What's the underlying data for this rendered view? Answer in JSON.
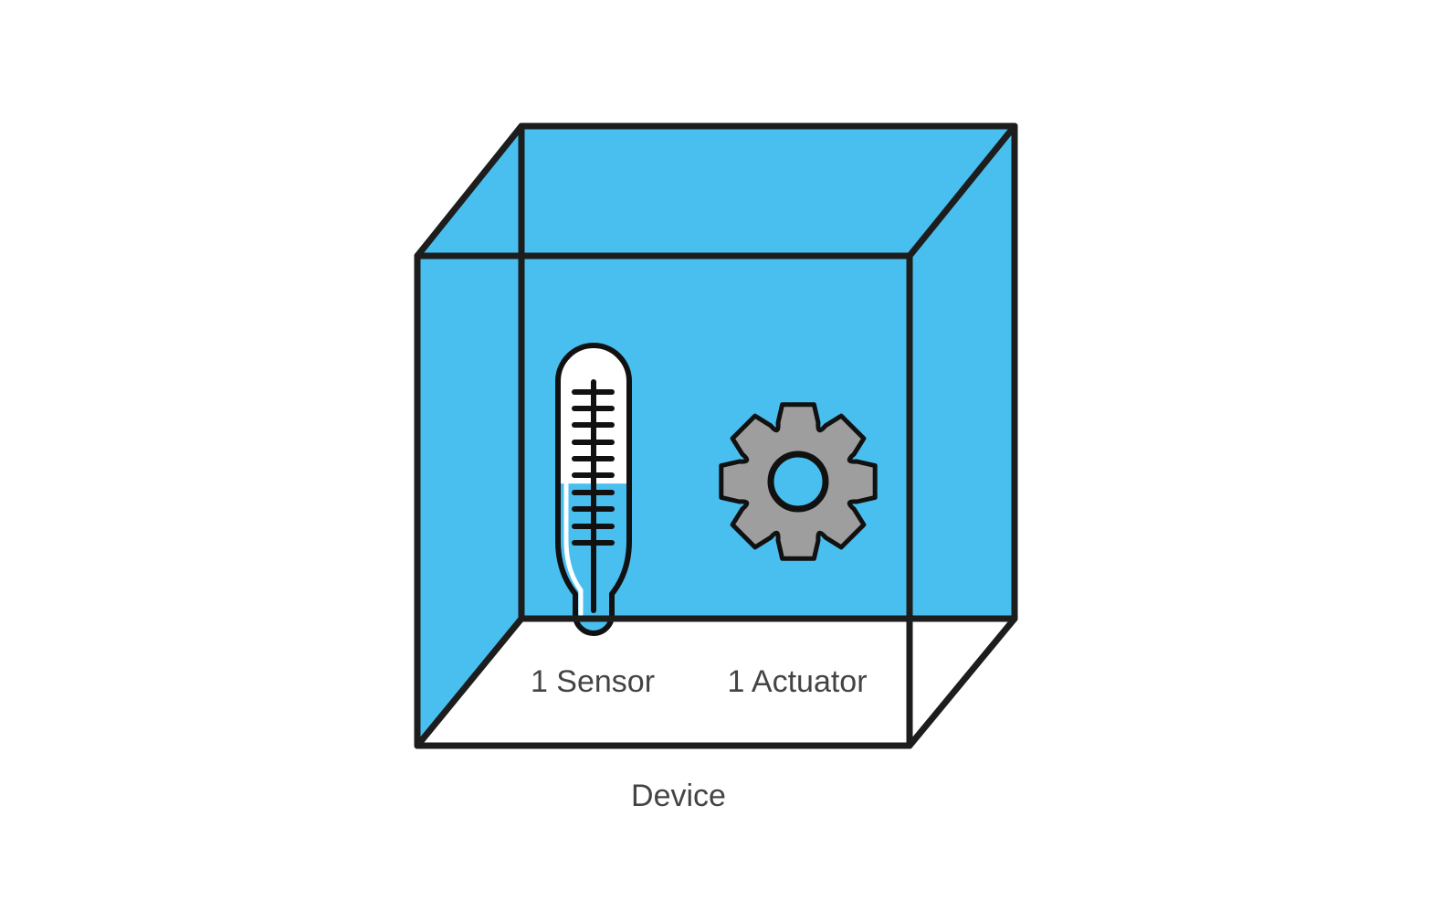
{
  "labels": {
    "sensor": "1 Sensor",
    "actuator": "1 Actuator",
    "device": "Device"
  },
  "colors": {
    "face_fill": "#49BFEF",
    "stroke": "#1d1d1d",
    "text": "#444444",
    "gear_fill": "#9e9e9e",
    "white": "#ffffff"
  },
  "icons": {
    "sensor": "thermometer-icon",
    "actuator": "gear-icon"
  },
  "sensor": {
    "fill_level": 0.52
  }
}
